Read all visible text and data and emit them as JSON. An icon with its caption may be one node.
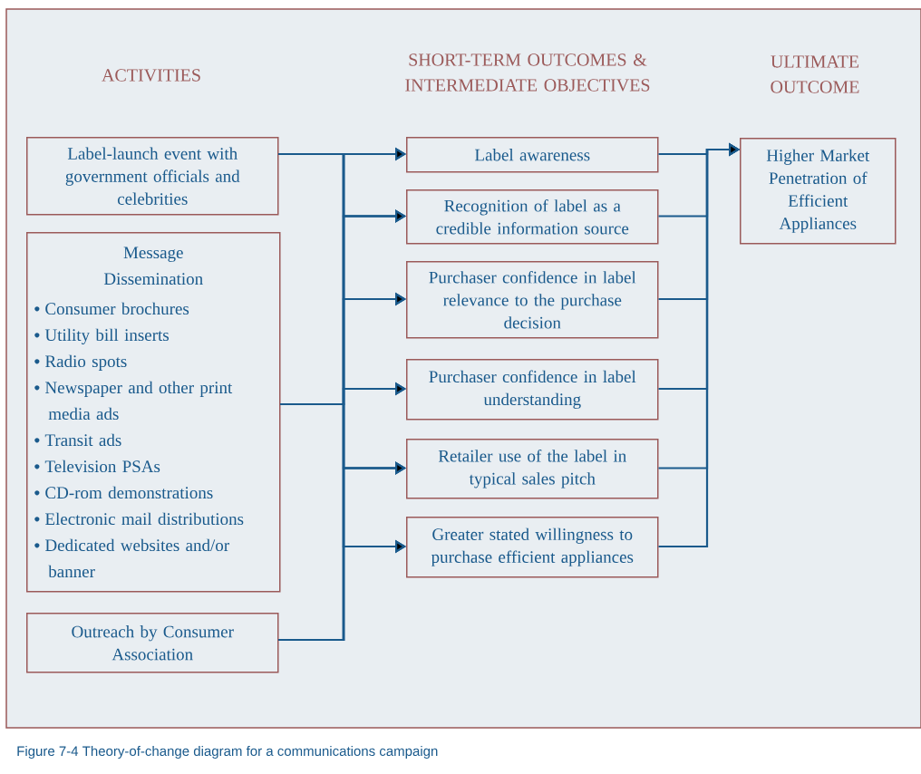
{
  "diagram": {
    "caption": "Figure 7-4  Theory-of-change diagram for a communications campaign",
    "nodes": [
      {
        "text": [
          "Label-launch event with government officials and celebrities"
        ]
      },
      {
        "text": [
          "Message Dissemination",
          "Consumer brochures",
          "Utility bill inserts",
          "Radio spots",
          "Newspaper and other print media ads",
          "Transit ads",
          "Television PSAs",
          "CD-rom demonstrations",
          "Electronic mail distributions",
          "Dedicated websites and/or banner"
        ]
      },
      {
        "text": [
          "Outreach by Consumer Association"
        ]
      },
      {
        "text": [
          "Label awareness"
        ]
      },
      {
        "text": [
          "Recognition of label as a credible information source"
        ]
      },
      {
        "text": [
          "Purchaser confidence in label relevance to the purchase decision"
        ]
      },
      {
        "text": [
          "Purchaser confidence in label understanding"
        ]
      },
      {
        "text": [
          "Retailer use of the label in typical sales pitch"
        ]
      },
      {
        "text": [
          "Greater stated willingness to purchase efficient appliances"
        ]
      },
      {
        "text": [
          "Higher Market Penetration of Efficient Appliances"
        ]
      }
    ],
    "edges": [
      {
        "from": 0,
        "to": 3,
        "arrow": "to"
      },
      {
        "from": 0,
        "to": 4,
        "arrow": "to"
      },
      {
        "from": 0,
        "to": 5,
        "arrow": "to"
      },
      {
        "from": 0,
        "to": 6,
        "arrow": "to"
      },
      {
        "from": 0,
        "to": 7,
        "arrow": "to"
      },
      {
        "from": 0,
        "to": 8,
        "arrow": "to"
      },
      {
        "from": 1,
        "to": 3,
        "arrow": "to"
      },
      {
        "from": 1,
        "to": 4,
        "arrow": "to"
      },
      {
        "from": 1,
        "to": 5,
        "arrow": "to"
      },
      {
        "from": 1,
        "to": 6,
        "arrow": "to"
      },
      {
        "from": 1,
        "to": 7,
        "arrow": "to"
      },
      {
        "from": 1,
        "to": 8,
        "arrow": "to"
      },
      {
        "from": 2,
        "to": 3,
        "arrow": "to"
      },
      {
        "from": 2,
        "to": 4,
        "arrow": "to"
      },
      {
        "from": 2,
        "to": 5,
        "arrow": "to"
      },
      {
        "from": 2,
        "to": 6,
        "arrow": "to"
      },
      {
        "from": 2,
        "to": 7,
        "arrow": "to"
      },
      {
        "from": 2,
        "to": 8,
        "arrow": "to"
      },
      {
        "from": 3,
        "to": 9,
        "arrow": "to"
      },
      {
        "from": 4,
        "to": 9,
        "arrow": "to"
      },
      {
        "from": 5,
        "to": 9,
        "arrow": "to"
      },
      {
        "from": 6,
        "to": 9,
        "arrow": "to"
      },
      {
        "from": 7,
        "to": 9,
        "arrow": "to"
      },
      {
        "from": 8,
        "to": 9,
        "arrow": "to"
      }
    ],
    "labels": [
      "ACTIVITIES",
      "SHORT-TERM OUTCOMES & INTERMEDIATE OBJECTIVES",
      "ULTIMATE OUTCOME"
    ]
  }
}
